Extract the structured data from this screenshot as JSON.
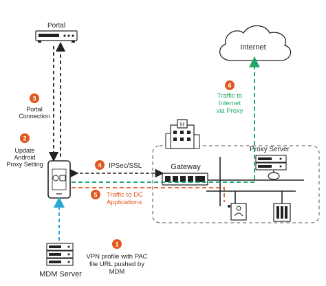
{
  "nodes": {
    "portal": "Portal",
    "internet": "Internet",
    "gateway": "Gateway",
    "proxy_server": "Proxy Server",
    "mdm_server": "MDM Server",
    "building_letter": "H"
  },
  "steps": [
    {
      "number": "1",
      "lines": [
        "VPN profile with PAC",
        "file URL pushed by",
        "MDM"
      ]
    },
    {
      "number": "2",
      "lines": [
        "Update",
        "Android",
        "Proxy Setting"
      ]
    },
    {
      "number": "3",
      "lines": [
        "Portal",
        "Connection"
      ]
    },
    {
      "number": "4",
      "lines": [
        "IPSec/SSL"
      ]
    },
    {
      "number": "5",
      "lines": [
        "Traffic to DC",
        "Applications"
      ]
    },
    {
      "number": "6",
      "lines": [
        "Traffic to",
        "Internet",
        "via Proxy"
      ]
    }
  ],
  "colors": {
    "step_badge": "#e2571e",
    "internet_traffic": "#22a86b",
    "dc_traffic": "#e2571e",
    "mdm_link": "#2aa7d8",
    "line": "#222222",
    "device": "#333333"
  }
}
